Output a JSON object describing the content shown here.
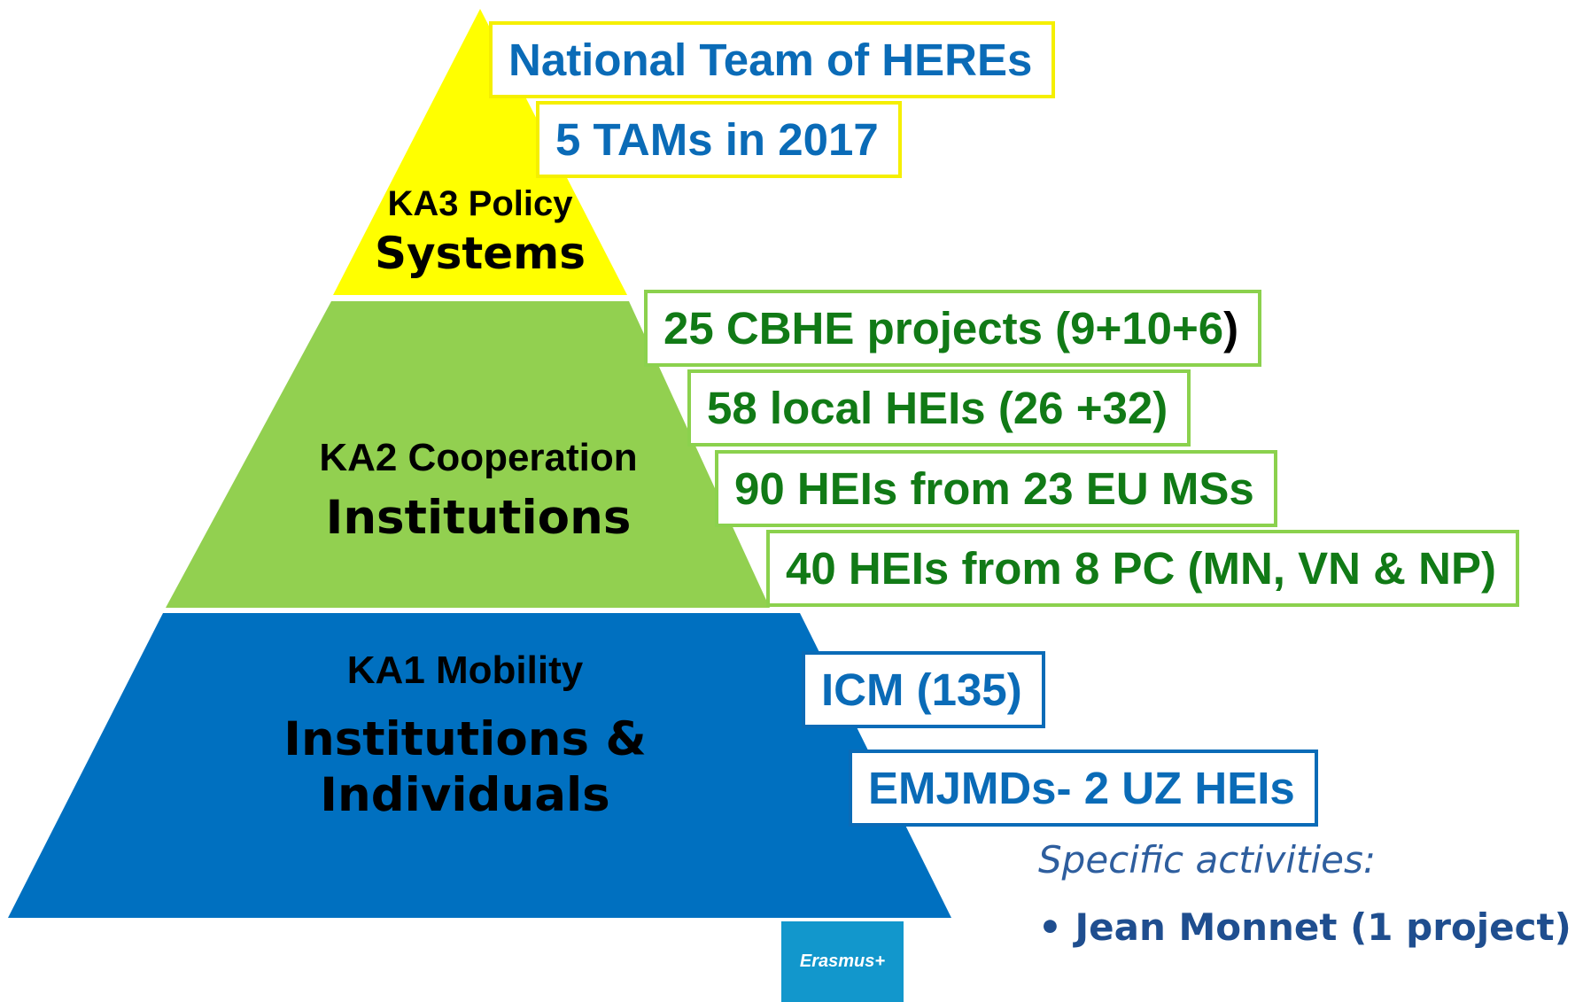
{
  "pyramid": {
    "colors": {
      "top": "#ffff00",
      "middle": "#92d050",
      "bottom": "#0070c0"
    },
    "tiers": {
      "ka3": {
        "line1": "KA3 Policy",
        "line2": "Systems"
      },
      "ka2": {
        "line1": "KA2 Cooperation",
        "line2": "Institutions"
      },
      "ka1": {
        "line1": "KA1 Mobility",
        "line2a": "Institutions &",
        "line2b": "Individuals"
      }
    }
  },
  "callouts": {
    "ka3": [
      "National Team of HEREs",
      "5 TAMs in 2017"
    ],
    "ka2": [
      "25 CBHE projects (9+10+6",
      ")",
      "58 local HEIs (26 +32)",
      "90 HEIs from 23 EU MSs",
      "40 HEIs from 8 PC (MN, VN & NP)"
    ],
    "ka1": [
      "ICM (135)",
      "EMJMDs- 2 UZ HEIs"
    ]
  },
  "specific": {
    "heading": "Specific activities:",
    "bullet": "•",
    "item": "Jean Monnet (1 project)"
  },
  "logo": {
    "text": "Erasmus+"
  }
}
